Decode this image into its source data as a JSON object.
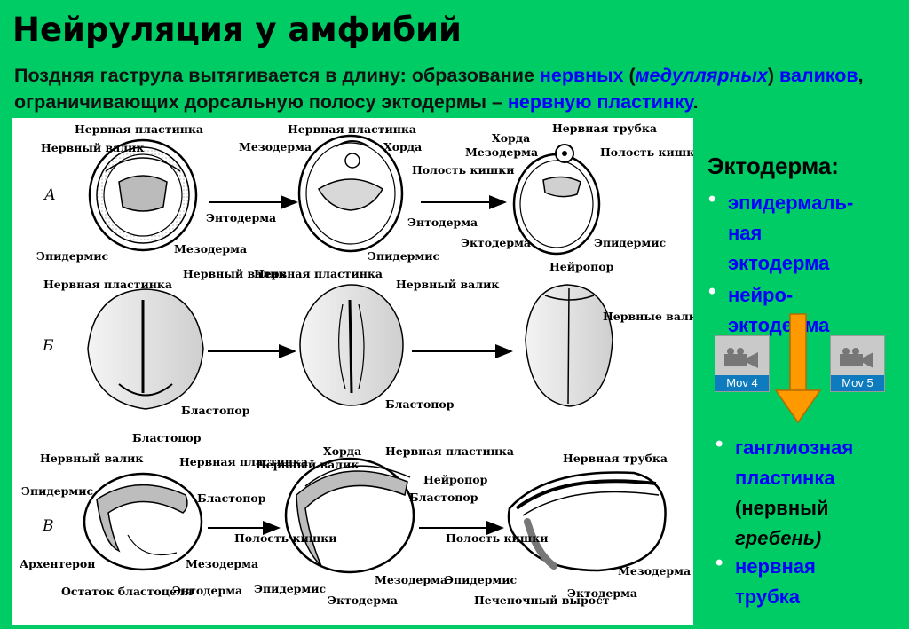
{
  "title": "Нейруляция у амфибий",
  "subtitle": {
    "p1": "Поздняя гаструла вытягивается в длину: образование ",
    "b1": "нервных",
    "p2": " (",
    "i1": "медуллярных",
    "p3": ") ",
    "b2": "валиков",
    "p4": ", ограничивающих дорсальную полосу эктодермы – ",
    "b3": "нервную пластинку",
    "p5": "."
  },
  "figure": {
    "rows": [
      "А",
      "Б",
      "В"
    ],
    "labels": {
      "a1_plate": "Нервная пластинка",
      "a1_ridge": "Нервный валик",
      "a1_endo": "Энтодерма",
      "a1_meso": "Мезодерма",
      "a1_epid": "Эпидермис",
      "a2_plate": "Нервная пластинка",
      "a2_meso": "Мезодерма",
      "a2_chord": "Хорда",
      "a2_gut": "Полость кишки",
      "a2_endo": "Энтодерма",
      "a2_epid": "Эпидермис",
      "a3_chord": "Хорда",
      "a3_tube": "Нервная трубка",
      "a3_meso": "Мезодерма",
      "a3_gut": "Полость кишки",
      "a3_ecto": "Эктодерма",
      "a3_epid": "Эпидермис",
      "b1_plate": "Нервная пластинка",
      "b1_ridge": "Нервный валик",
      "b1_blasto": "Бластопор",
      "b2_plate": "Нервная пластинка",
      "b2_ridge": "Нервный валик",
      "b2_blasto": "Бластопор",
      "b3_neuropore": "Нейропор",
      "b3_closed": "Нервные валики сомкнулись",
      "c1_blasto_top": "Бластопор",
      "c1_ridge": "Нервный валик",
      "c1_epid": "Эпидермис",
      "c1_plate": "Нервная пластинка",
      "c1_blasto": "Бластопор",
      "c1_arch": "Архентерон",
      "c1_meso": "Мезодерма",
      "c1_endo": "Энтодерма",
      "c1_rem": "Остаток бластоцеля",
      "c2_chord": "Хорда",
      "c2_ridge": "Нервный валик",
      "c2_plate": "Нервная пластинка",
      "c2_neuropore": "Нейропор",
      "c2_blasto": "Бластопор",
      "c2_gut": "Полость кишки",
      "c2_epid": "Эпидермис",
      "c2_meso": "Мезодерма",
      "c2_ecto": "Эктодерма",
      "c3_tube": "Нервная трубка",
      "c3_gut": "Полость кишки",
      "c3_epid": "Эпидермис",
      "c3_meso": "Мезодерма",
      "c3_liver": "Печеночный вырост",
      "c3_ecto": "Эктодерма"
    }
  },
  "panel": {
    "heading": "Эктодерма:",
    "b1_l1": "эпидермаль-",
    "b1_l2": "ная",
    "b1_l3": "эктодерма",
    "b2_l1": "нейро-",
    "b2_l2": "эктодерма",
    "b3_l1": "ганглиозная",
    "b3_l2": "пластинка",
    "b3_l3": "(нервный",
    "b3_l4": "гребень)",
    "b4_l1": "нервная",
    "b4_l2": "трубка",
    "bullet_char": "•"
  },
  "movies": [
    {
      "label": "Mov 4",
      "icon": "movie-camera-icon"
    },
    {
      "label": "Mov 5",
      "icon": "movie-camera-icon"
    }
  ],
  "colors": {
    "background": "#00cc66",
    "highlight": "#0000ff",
    "arrow": "#ff9900",
    "movie_caption": "#0e7bbf"
  }
}
